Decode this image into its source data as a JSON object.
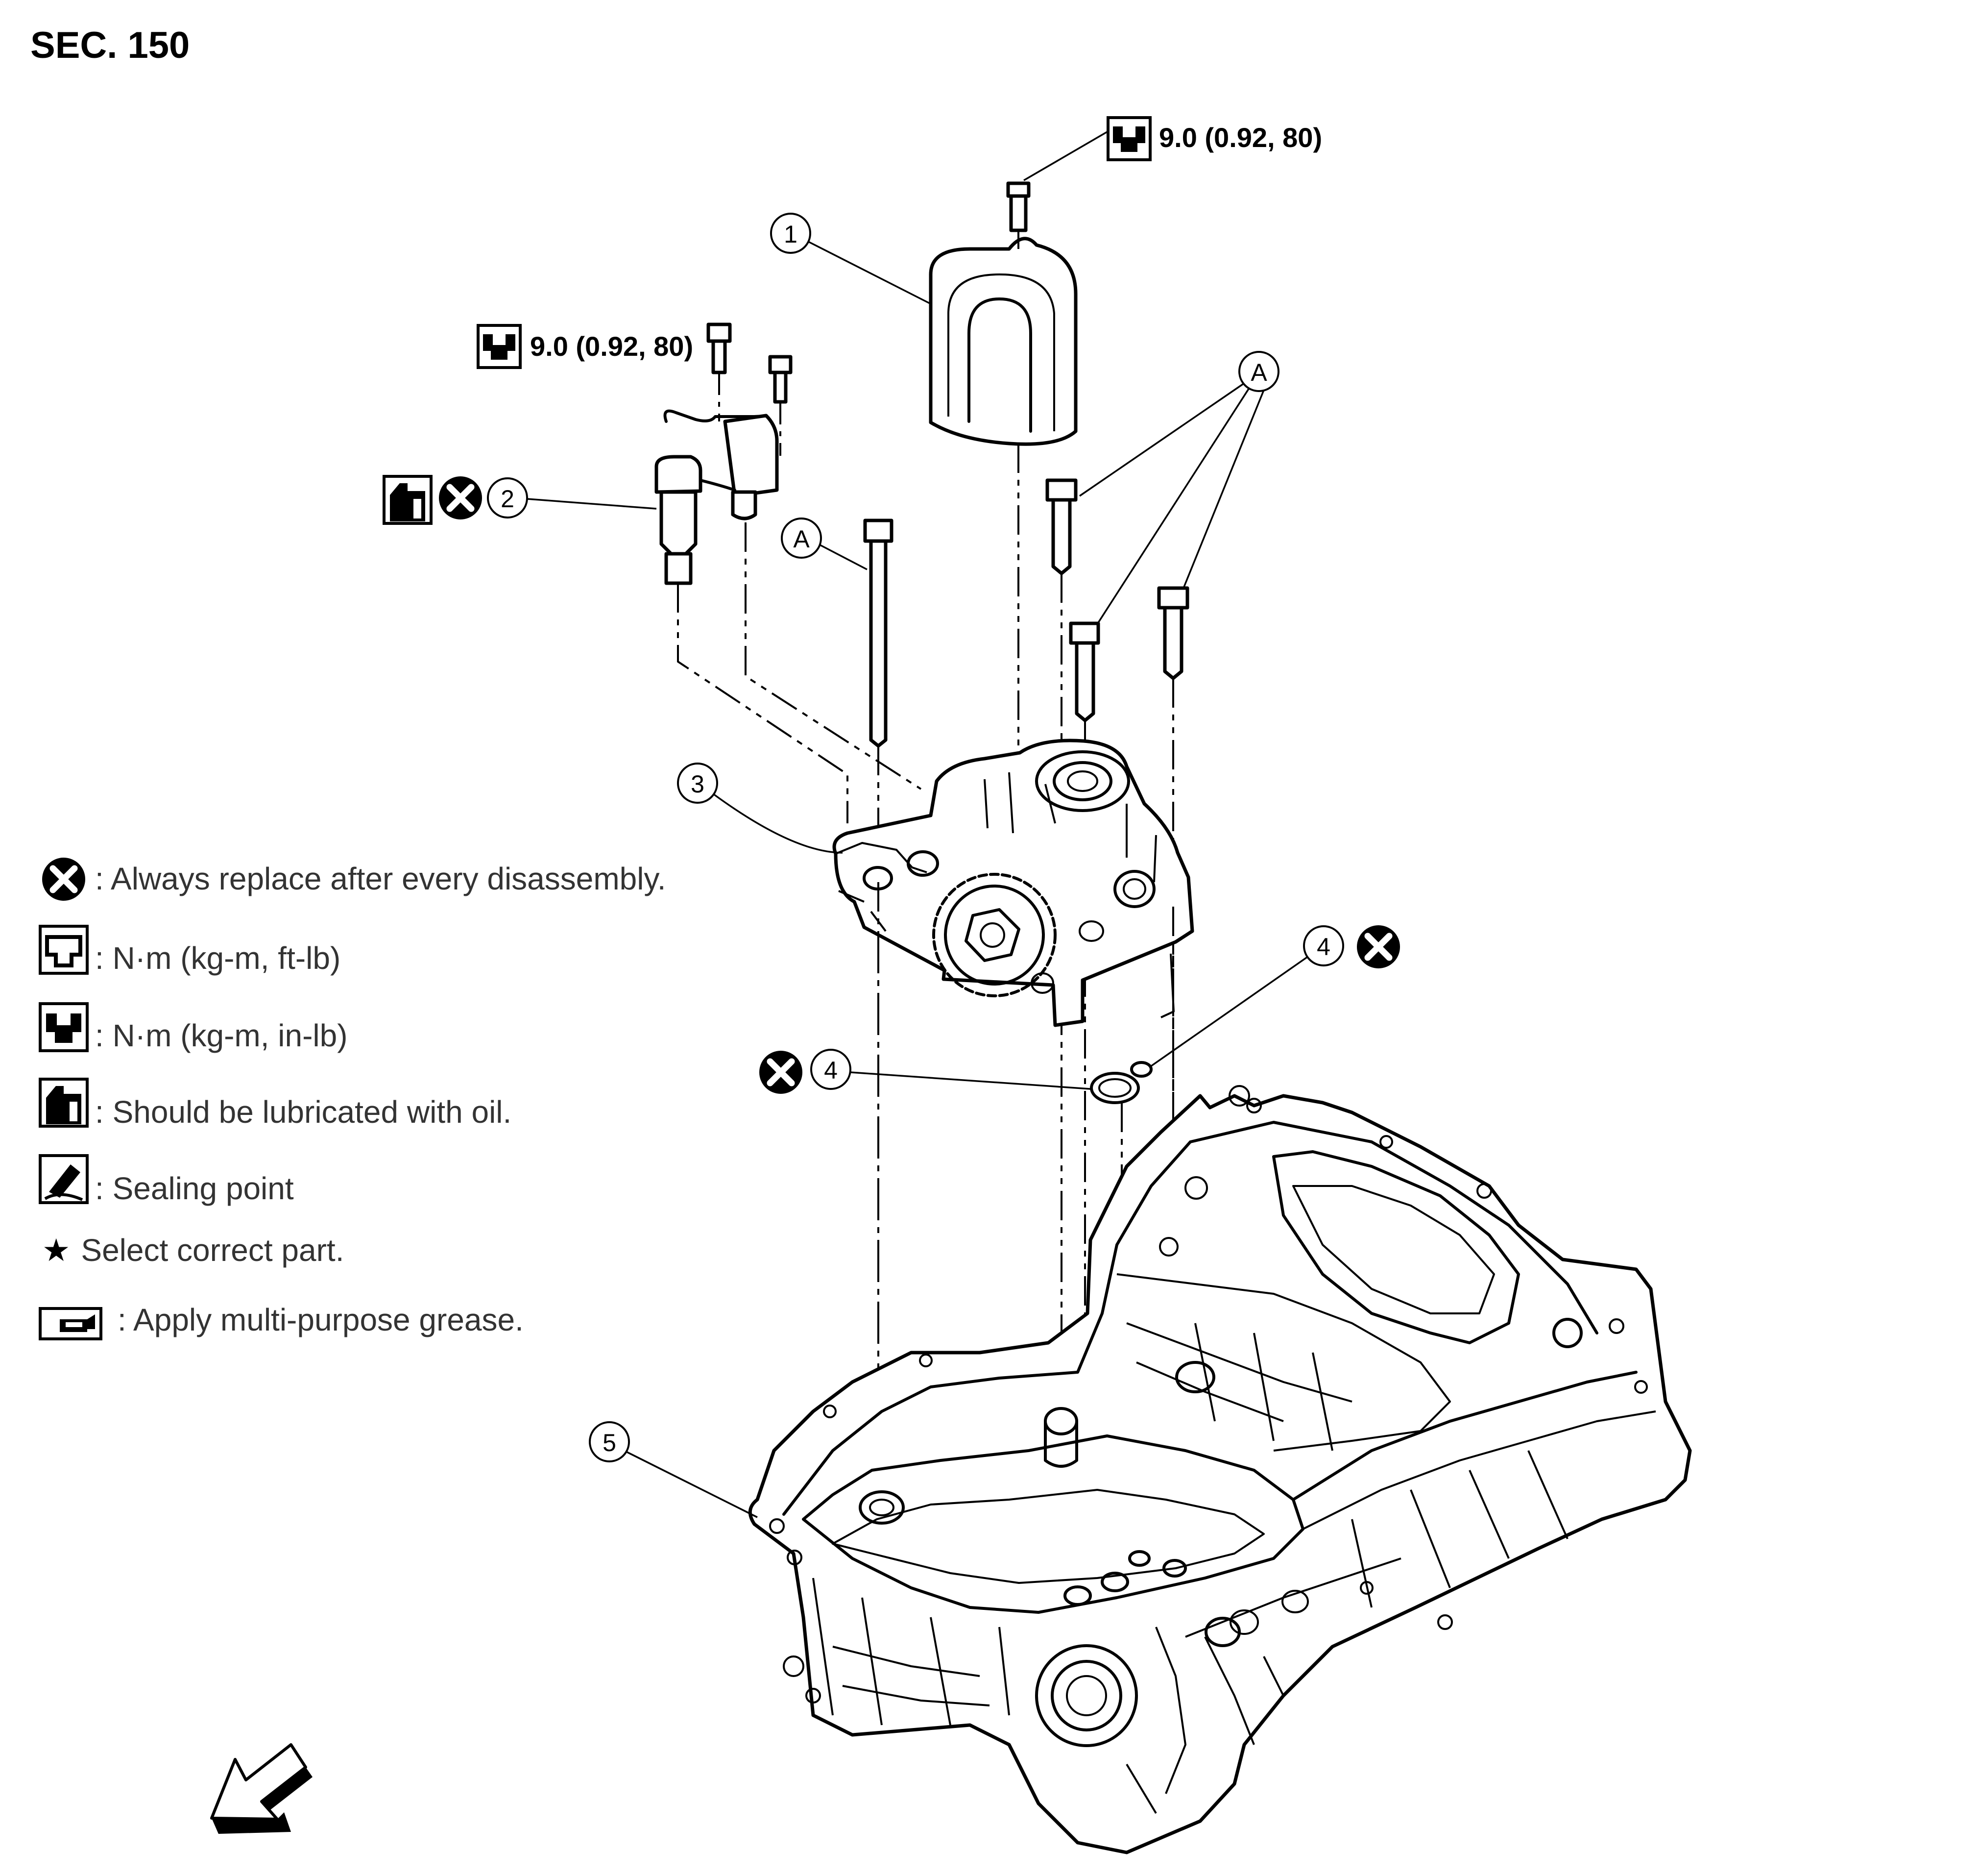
{
  "section_title": "SEC. 150",
  "torque_specs": {
    "cover_bolt": "9.0 (0.92, 80)",
    "sensor_bolt": "9.0 (0.92, 80)"
  },
  "callouts": {
    "part_1": "1",
    "part_2": "2",
    "part_3": "3",
    "part_4_upper": "4",
    "part_4_lower": "4",
    "part_5": "5",
    "letter_a_top": "A",
    "letter_a_left": "A"
  },
  "legend": {
    "always_replace": ": Always replace after every disassembly.",
    "torque_ft_lb": ": N·m (kg-m, ft-lb)",
    "torque_in_lb": ": N·m (kg-m, in-lb)",
    "lubricate_oil": ": Should be lubricated with oil.",
    "sealing_point": ": Sealing point",
    "select_part_star": "★",
    "select_part": "Select correct part.",
    "grease": ": Apply multi-purpose grease."
  },
  "icons": {
    "replace": "x-circle-icon",
    "torque_open": "torque-wrench-open-icon",
    "torque_filled": "torque-wrench-filled-icon",
    "oil": "oil-can-icon",
    "sealant": "sealant-tube-icon",
    "grease": "grease-gun-icon",
    "front_direction": "front-arrow-icon"
  }
}
